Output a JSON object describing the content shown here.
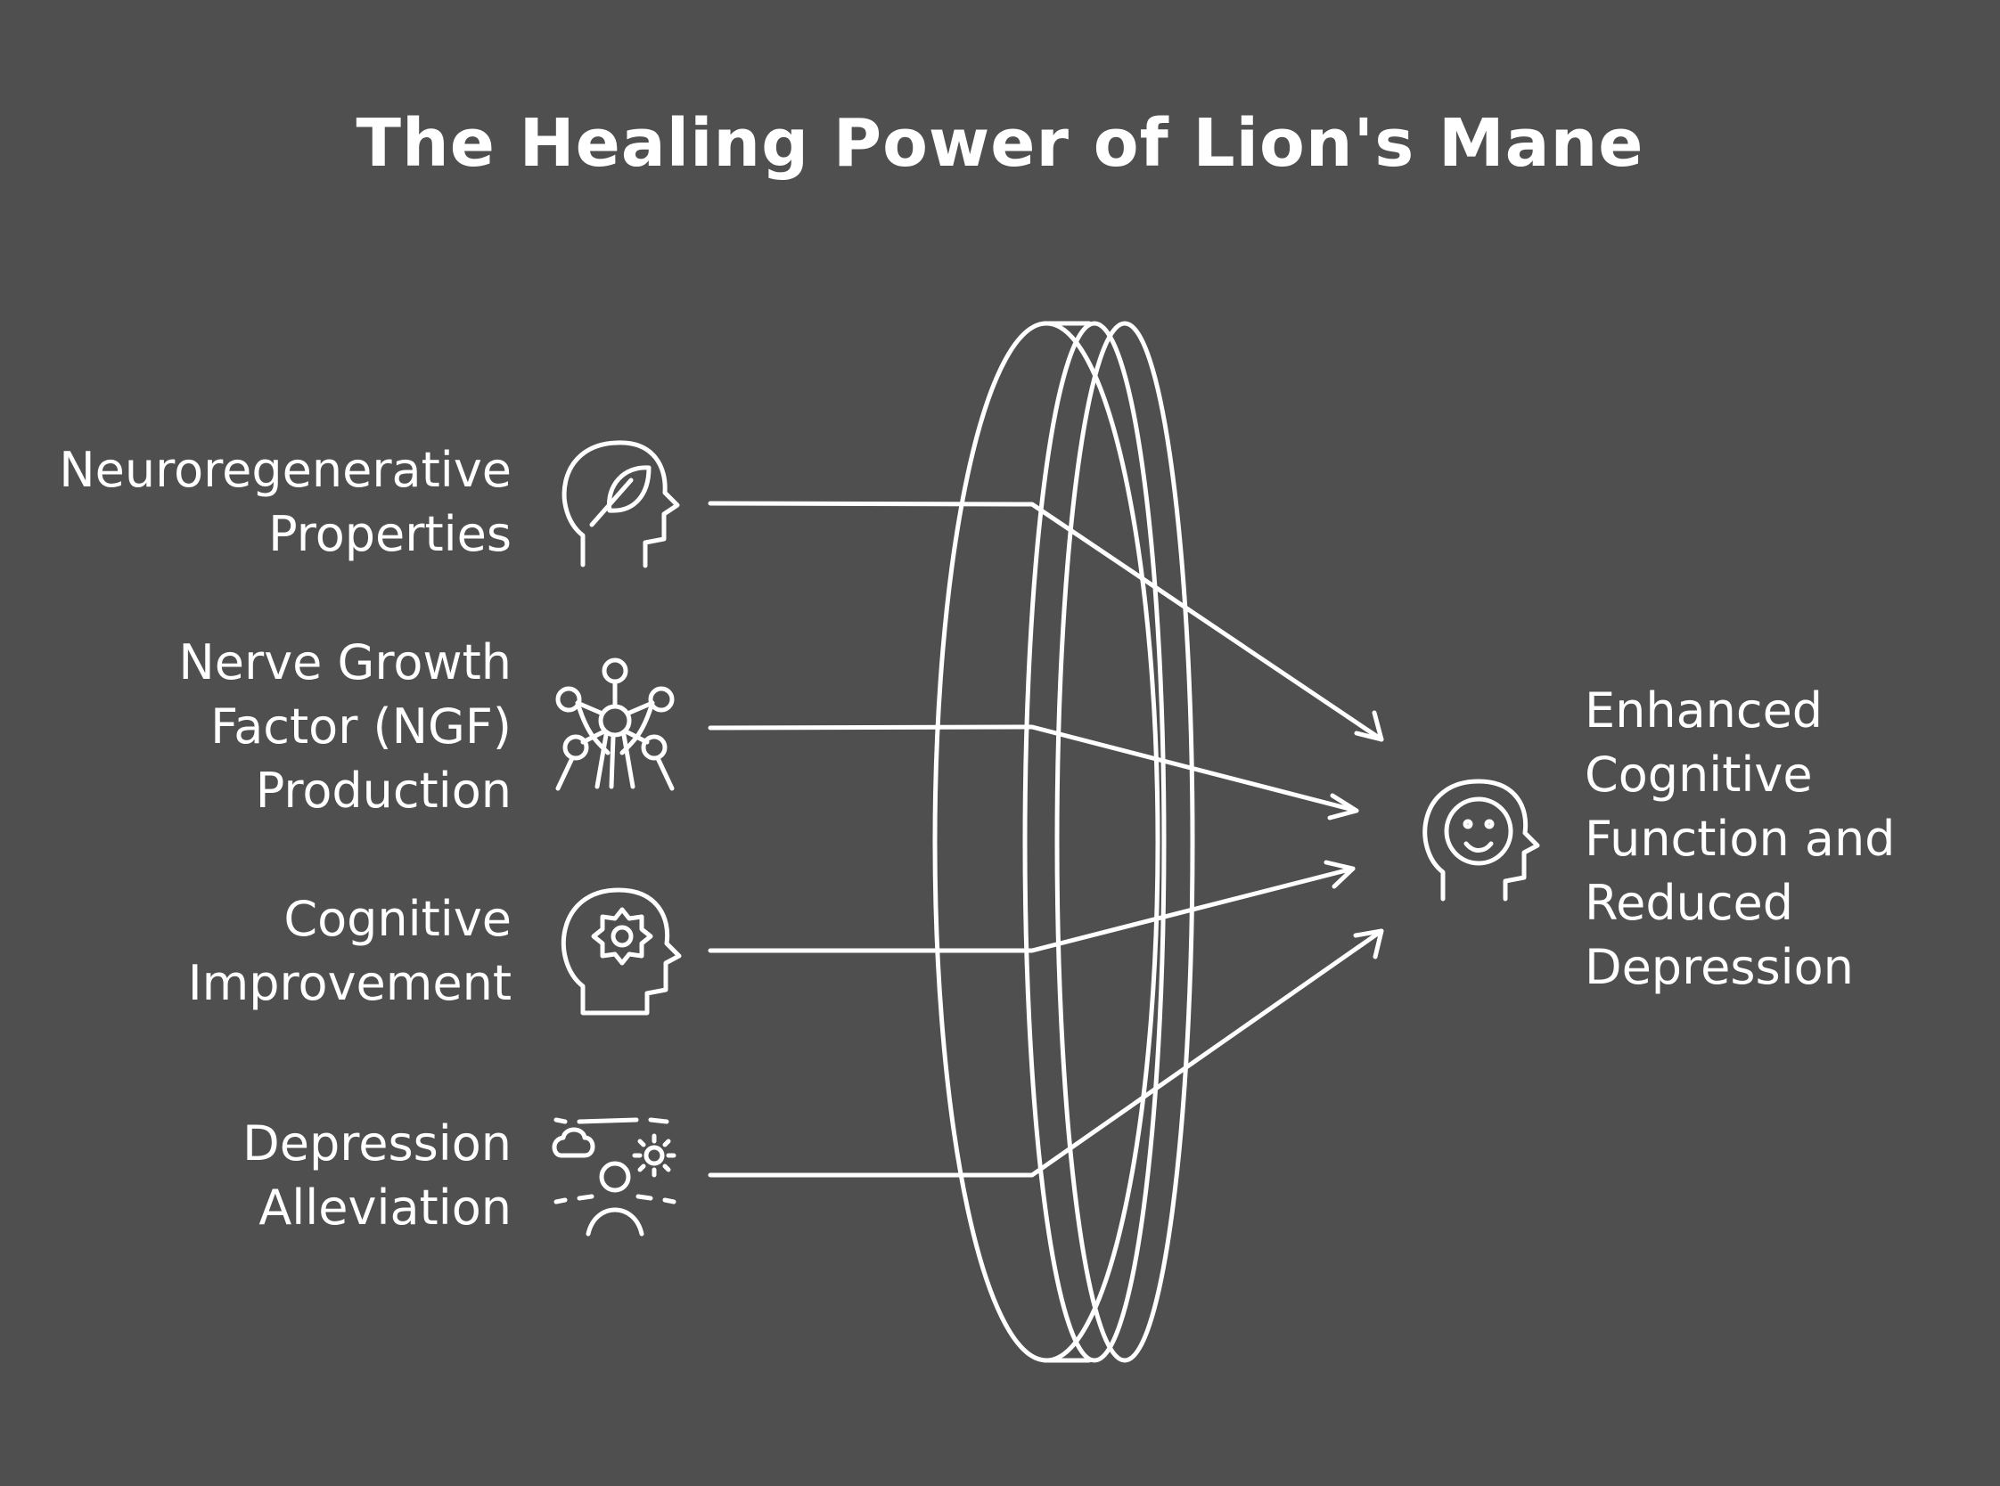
{
  "title": "The Healing Power of Lion's Mane",
  "inputs": [
    {
      "label": "Neuroregenerative\nProperties",
      "icon": "head-leaf-icon"
    },
    {
      "label": "Nerve Growth\nFactor (NGF)\nProduction",
      "icon": "molecule-network-icon"
    },
    {
      "label": "Cognitive\nImprovement",
      "icon": "head-gear-icon"
    },
    {
      "label": "Depression\nAlleviation",
      "icon": "person-sun-cloud-icon"
    }
  ],
  "lens": {
    "icon": "lens-disc"
  },
  "output": {
    "label": "Enhanced\nCognitive\nFunction and\nReduced\nDepression",
    "icon": "smiling-head-icon"
  },
  "colors": {
    "background": "#4f4f4f",
    "stroke": "#ffffff"
  }
}
